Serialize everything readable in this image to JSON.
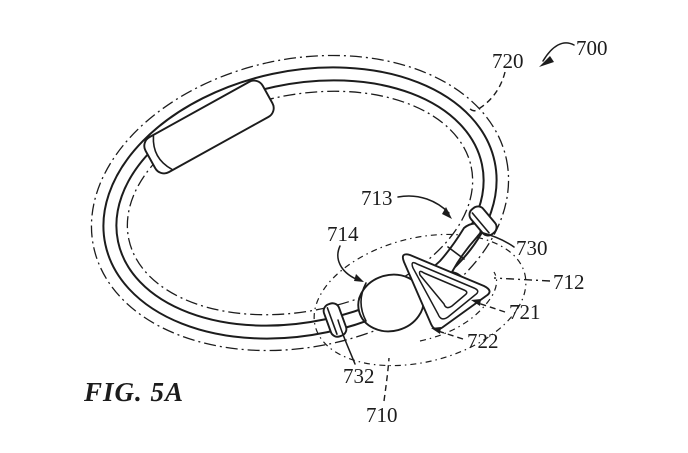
{
  "figure": {
    "caption": "FIG. 5A",
    "labels": {
      "l700": "700",
      "l710": "710",
      "l712": "712",
      "l713": "713",
      "l714": "714",
      "l720": "720",
      "l721": "721",
      "l722": "722",
      "l730": "730",
      "l732": "732"
    },
    "colors": {
      "ink": "#1c1c1c",
      "background": "#ffffff"
    }
  }
}
